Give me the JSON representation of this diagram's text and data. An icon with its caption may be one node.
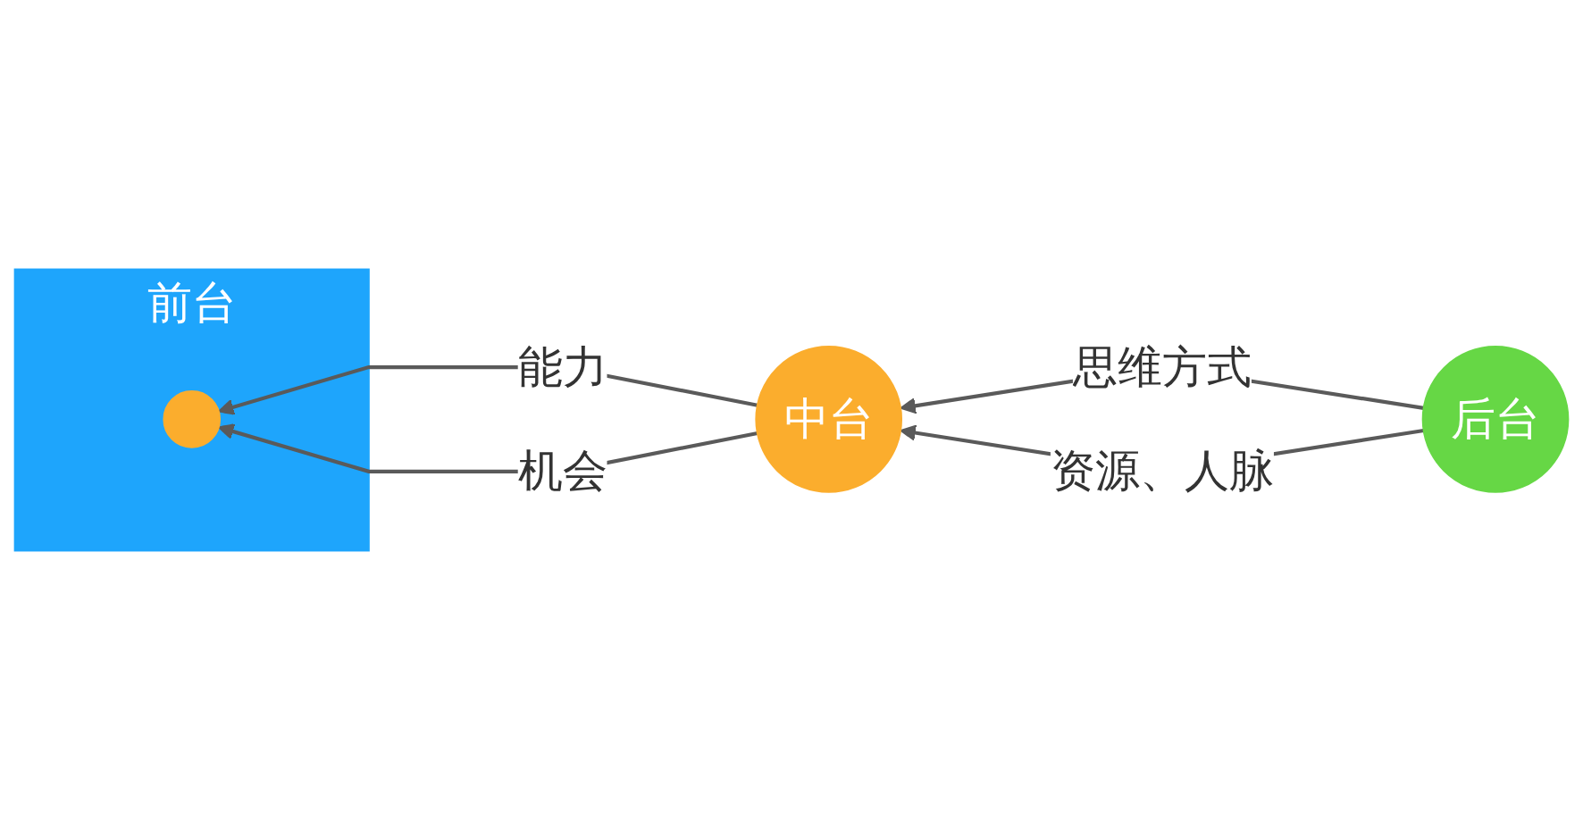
{
  "diagram": {
    "nodes": [
      {
        "text": [
          "前台"
        ]
      },
      {
        "text": [],
        "shape": "circle",
        "in": 0
      },
      {
        "text": [
          "中台"
        ]
      },
      {
        "text": [
          "后台"
        ]
      }
    ],
    "edges": [
      {
        "from": 3,
        "to": 2,
        "arrow": "to",
        "label": "思维方式"
      },
      {
        "from": 3,
        "to": 2,
        "arrow": "to",
        "label": "资源、人脉"
      },
      {
        "from": 2,
        "to": 1,
        "arrow": "to",
        "label": "能力"
      },
      {
        "from": 2,
        "to": 1,
        "arrow": "to",
        "label": "机会"
      }
    ]
  }
}
